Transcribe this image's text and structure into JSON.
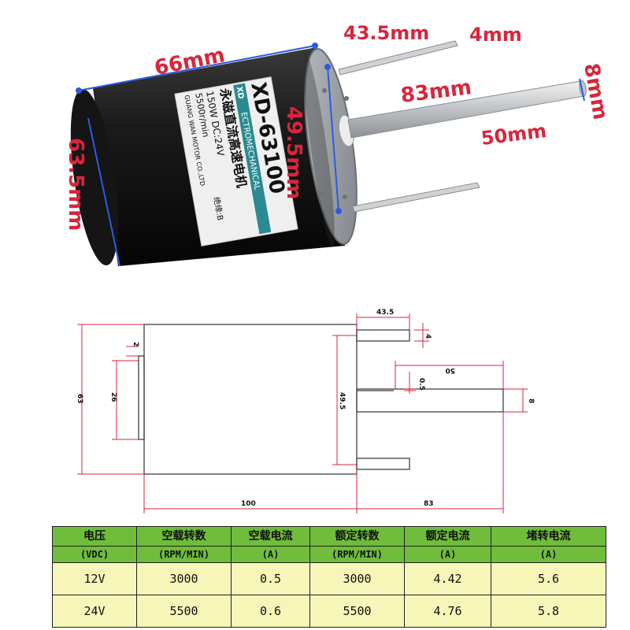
{
  "photo": {
    "dimensions": {
      "length": "66mm",
      "diameter": "63.5mm",
      "mount_spacing": "49.5mm",
      "screw_length": "43.5mm",
      "screw_diameter": "4mm",
      "shaft_total": "83mm",
      "shaft_length": "50mm",
      "shaft_diameter": "8mm"
    },
    "label": {
      "model": "XD-63100",
      "brand": "XD",
      "title_cn": "永磁直流高速电机",
      "subtitle": "ECTROMECHANICAL",
      "power_voltage": "150W   DC:24V",
      "speed": "5500r/min",
      "insulation": "绝缘:B",
      "maker": "GUANG WAN MOTOR CO.,LTD"
    }
  },
  "drawing": {
    "dims": {
      "screw_len": "43.5",
      "screw_dia": "4",
      "shaft_len": "50",
      "shaft_step": "0.5",
      "shaft_dia": "8",
      "boss_offset": "2",
      "boss_height": "26",
      "body_height": "63",
      "mount_spacing": "49.5",
      "body_len": "100",
      "shaft_total": "83"
    }
  },
  "table": {
    "headers": [
      [
        "电压",
        "(VDC)"
      ],
      [
        "空载转数",
        "(RPM/MIN)"
      ],
      [
        "空载电流",
        "(A)"
      ],
      [
        "额定转数",
        "(RPM/MIN)"
      ],
      [
        "额定电流",
        "(A)"
      ],
      [
        "堵转电流",
        "(A)"
      ]
    ],
    "rows": [
      [
        "12V",
        "3000",
        "0.5",
        "3000",
        "4.42",
        "5.6"
      ],
      [
        "24V",
        "5500",
        "0.6",
        "5500",
        "4.76",
        "5.8"
      ]
    ]
  }
}
